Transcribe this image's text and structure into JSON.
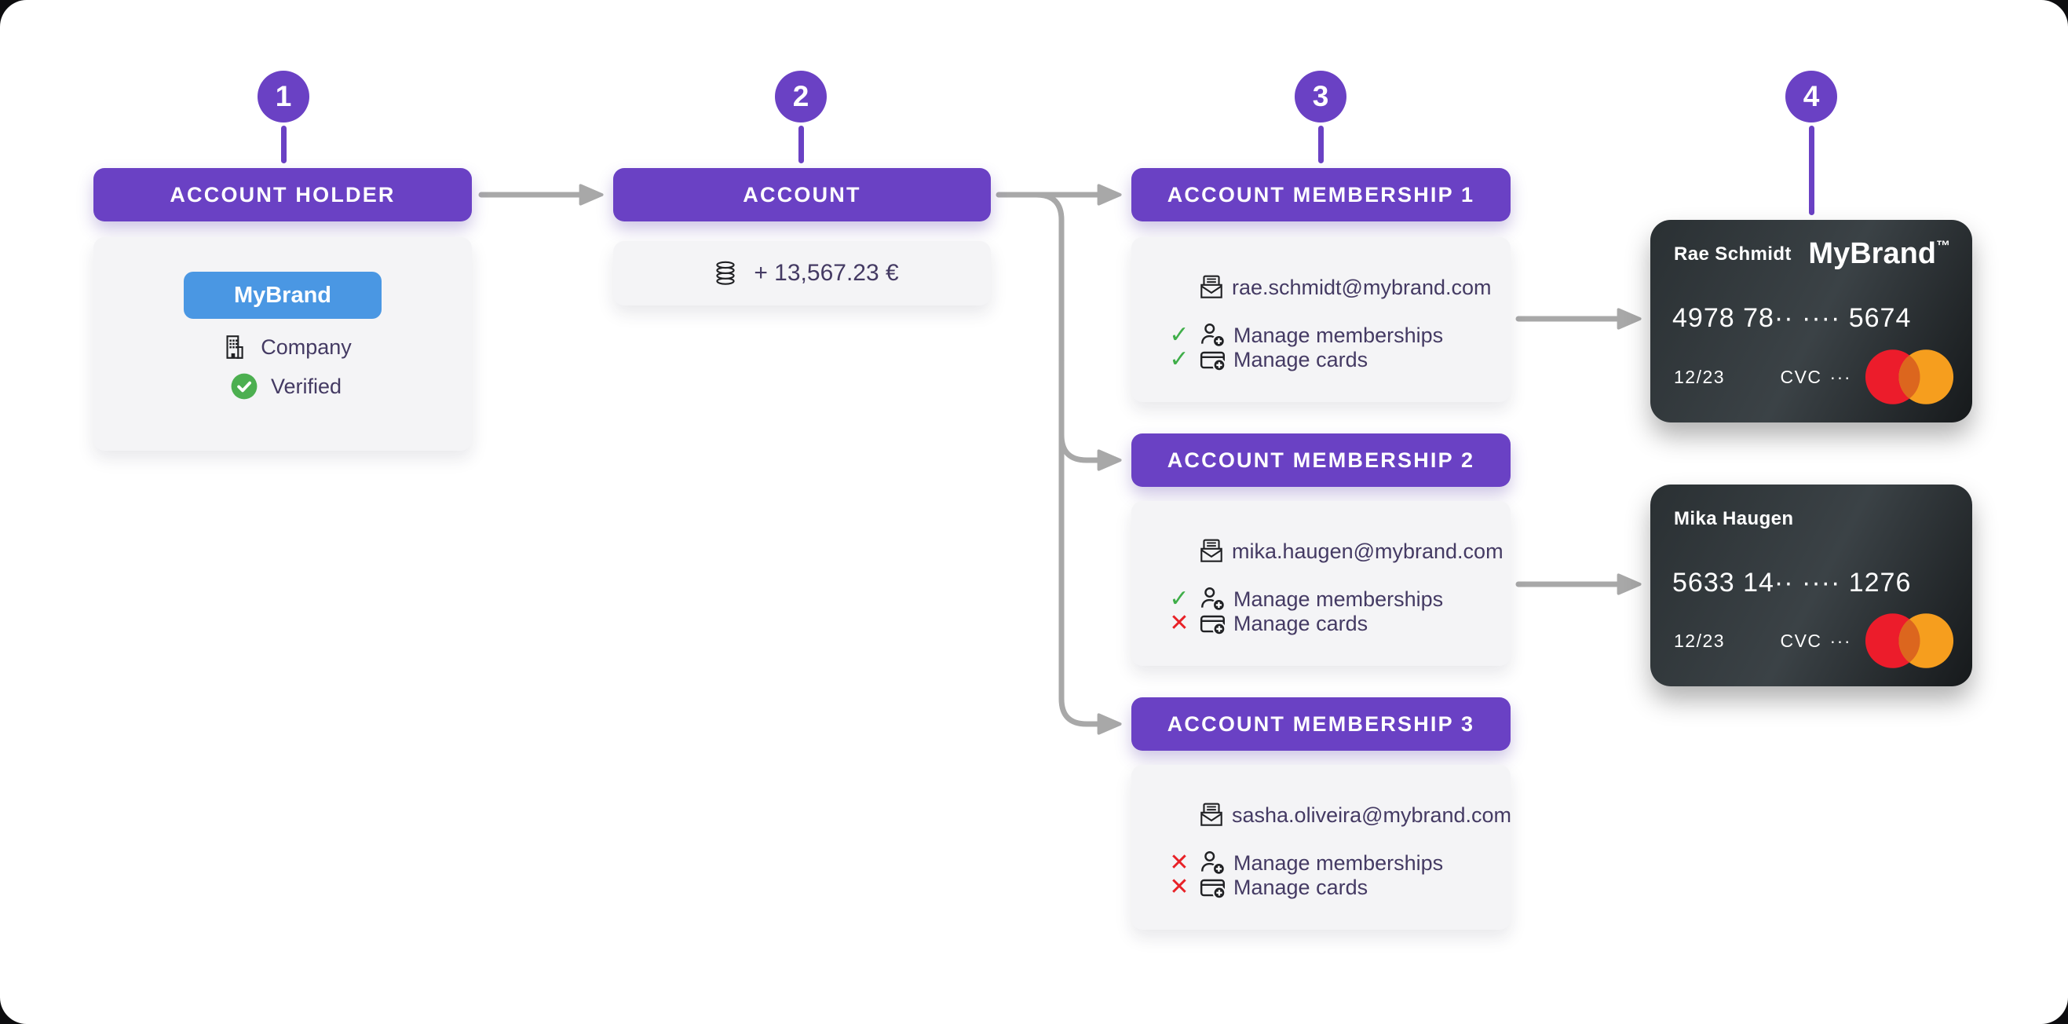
{
  "badges": [
    "1",
    "2",
    "3",
    "4"
  ],
  "account_holder": {
    "title": "ACCOUNT HOLDER",
    "brand_badge": "MyBrand",
    "type": "Company",
    "status": "Verified"
  },
  "account": {
    "title": "ACCOUNT",
    "balance": "+ 13,567.23 €"
  },
  "memberships": [
    {
      "title": "ACCOUNT MEMBERSHIP 1",
      "email": "rae.schmidt@mybrand.com",
      "permissions": [
        {
          "label": "Manage memberships",
          "allowed": true,
          "mark": "✓"
        },
        {
          "label": "Manage cards",
          "allowed": true,
          "mark": "✓"
        }
      ]
    },
    {
      "title": "ACCOUNT MEMBERSHIP 2",
      "email": "mika.haugen@mybrand.com",
      "permissions": [
        {
          "label": "Manage memberships",
          "allowed": true,
          "mark": "✓"
        },
        {
          "label": "Manage cards",
          "allowed": false,
          "mark": "✕"
        }
      ]
    },
    {
      "title": "ACCOUNT MEMBERSHIP 3",
      "email": "sasha.oliveira@mybrand.com",
      "permissions": [
        {
          "label": "Manage memberships",
          "allowed": false,
          "mark": "✕"
        },
        {
          "label": "Manage cards",
          "allowed": false,
          "mark": "✕"
        }
      ]
    }
  ],
  "cards": [
    {
      "holder": "Rae Schmidt",
      "brand": "MyBrand",
      "tm": "™",
      "number": "4978 78·· ···· 5674",
      "expiry": "12/23",
      "cvc_label": "CVC",
      "cvc_dots": "···"
    },
    {
      "holder": "Mika Haugen",
      "number": "5633 14·· ···· 1276",
      "expiry": "12/23",
      "cvc_label": "CVC",
      "cvc_dots": "···"
    }
  ],
  "icons": {
    "step_connector": "stem-line",
    "holder_type": "building-icon",
    "holder_status": "check-circle-icon",
    "balance": "coins-icon",
    "email": "envelope-icon",
    "manage_memberships": "person-plus-icon",
    "manage_cards": "card-plus-icon",
    "card_network": "mastercard-icon"
  },
  "colors": {
    "accent_purple": "#6A41C4",
    "brand_blue": "#4A97E3",
    "ink": "#443A63",
    "connector_gray": "#A8A8A8",
    "success_green": "#3FAE49",
    "denied_red": "#E82127",
    "panel_bg": "#F4F4F6",
    "card_dark_1": "#3B4246",
    "card_dark_2": "#16191B",
    "mastercard_red": "#EC1C2B",
    "mastercard_orange": "#F69E1E"
  }
}
